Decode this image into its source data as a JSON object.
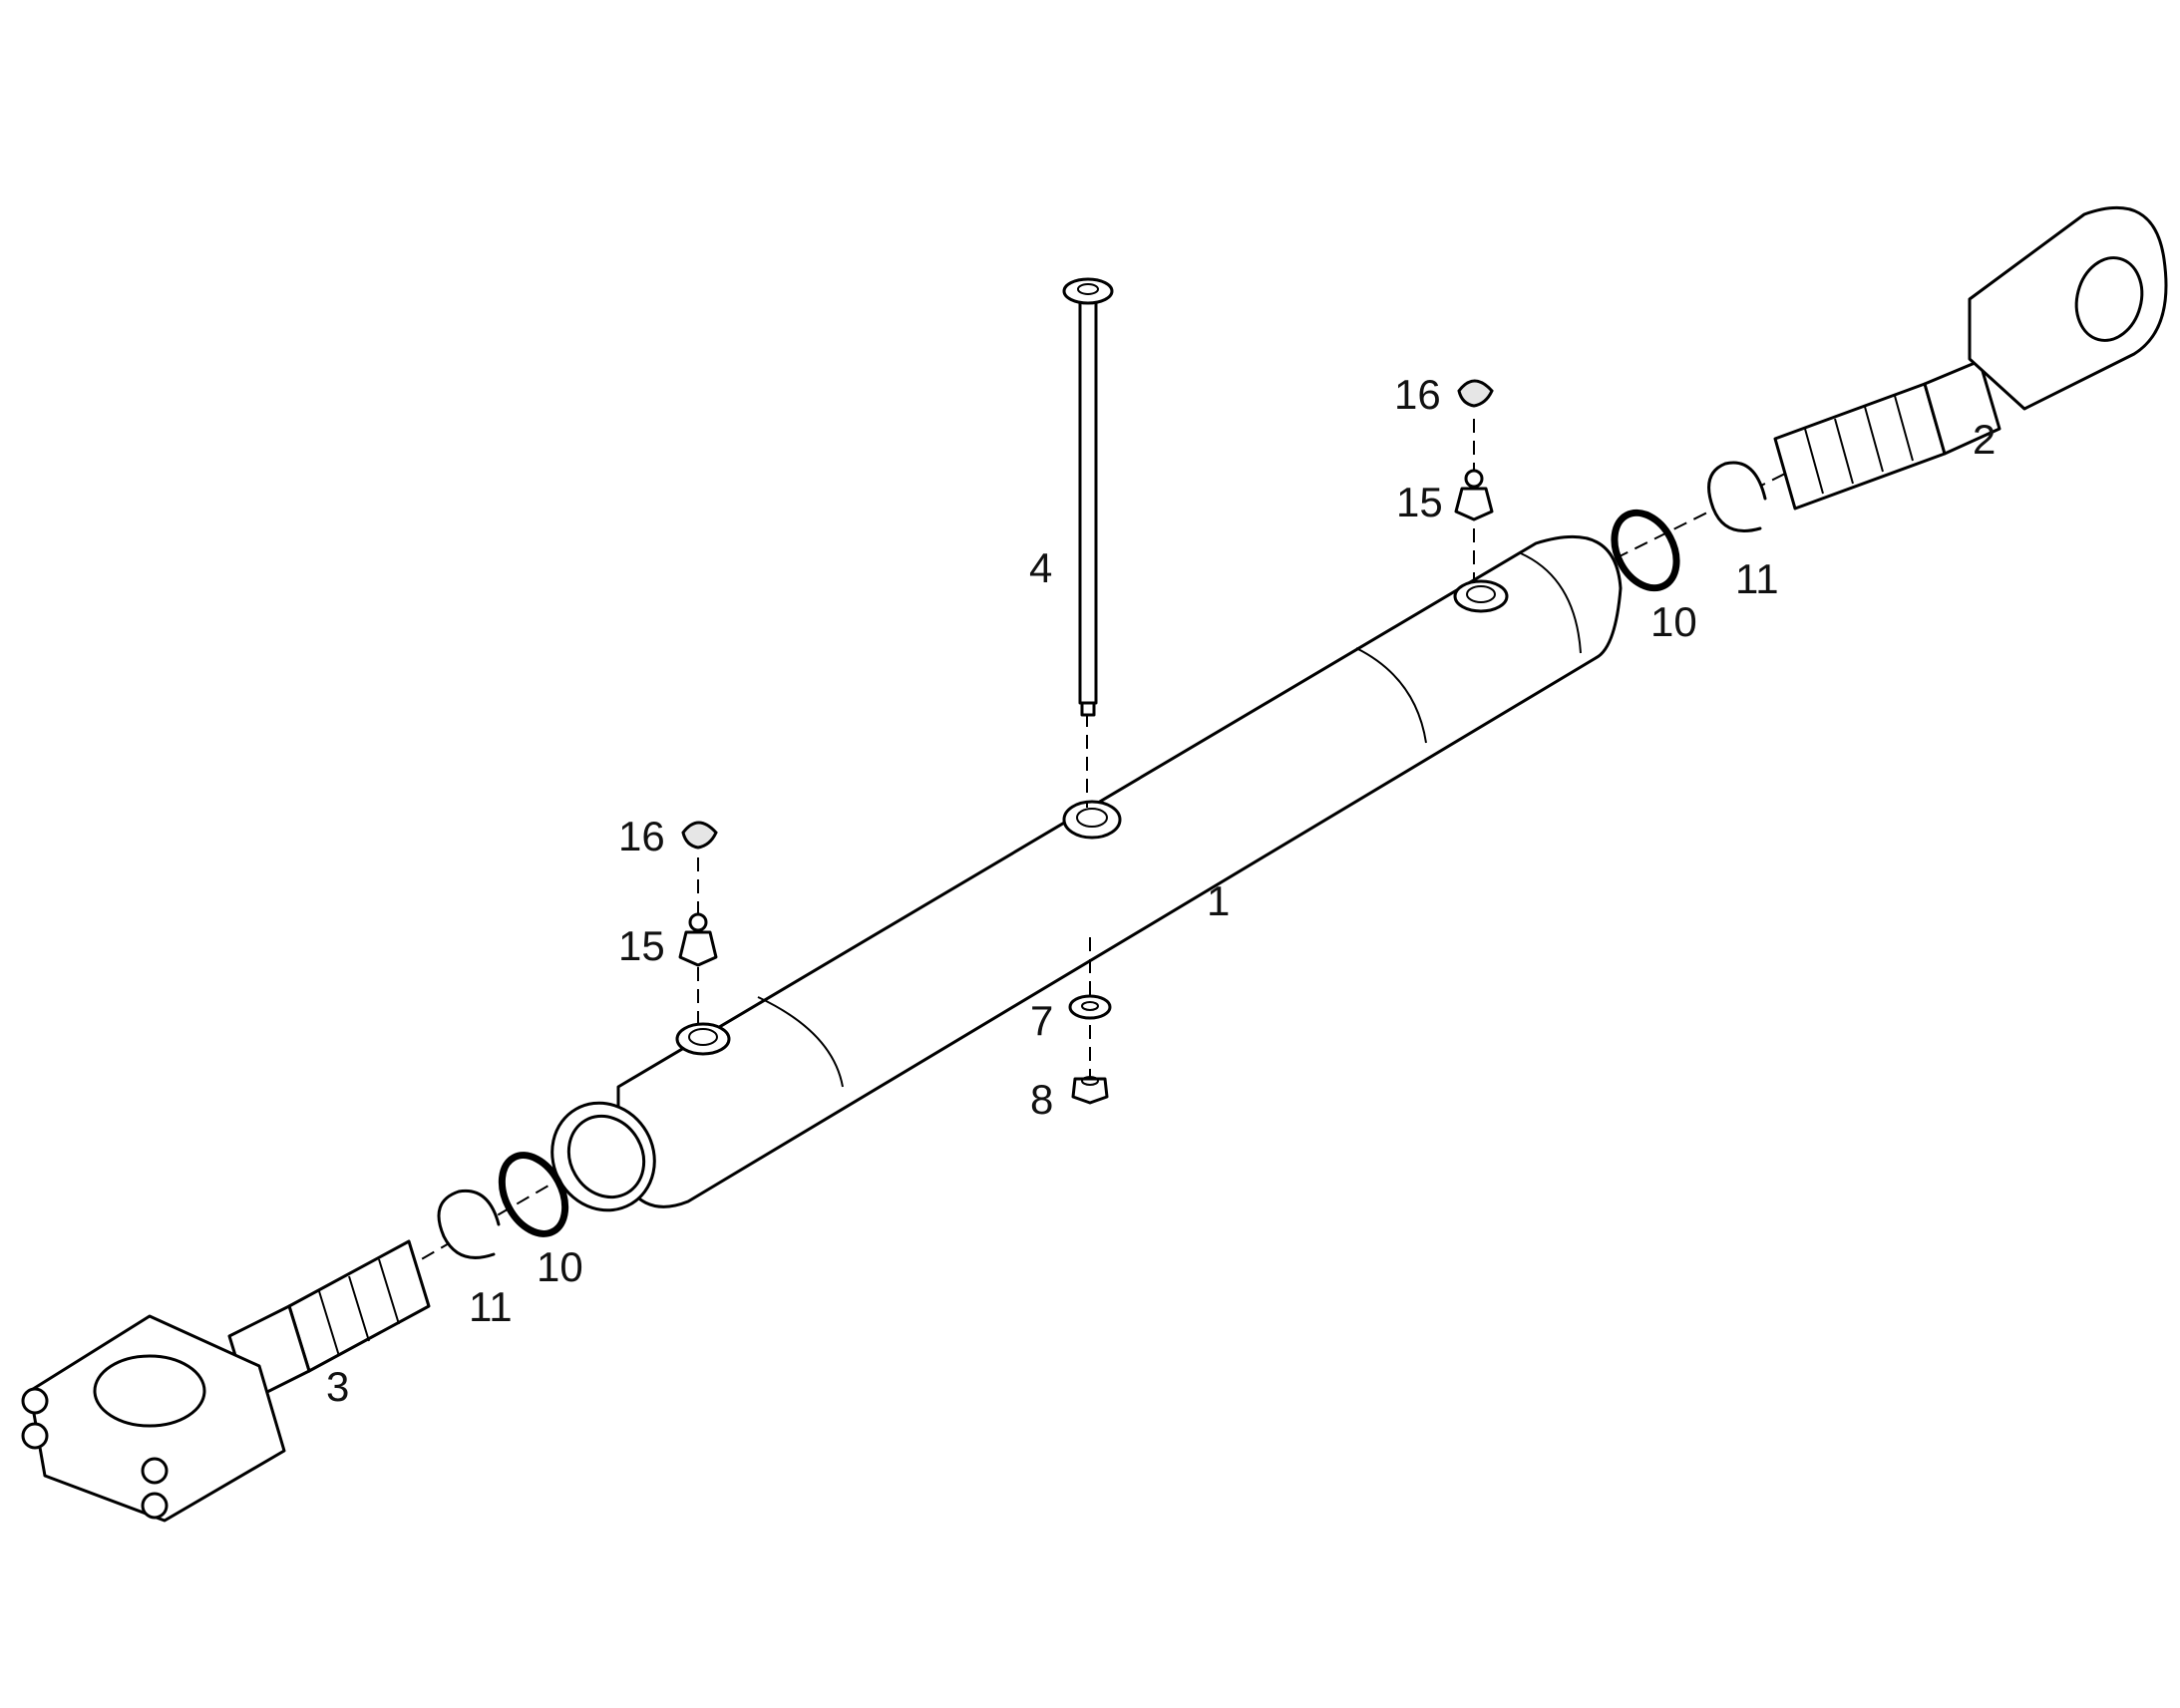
{
  "callouts": [
    {
      "id": "callout-1",
      "label": "1"
    },
    {
      "id": "callout-2",
      "label": "2"
    },
    {
      "id": "callout-3",
      "label": "3"
    },
    {
      "id": "callout-4",
      "label": "4"
    },
    {
      "id": "callout-7",
      "label": "7"
    },
    {
      "id": "callout-8",
      "label": "8"
    },
    {
      "id": "callout-10-left",
      "label": "10"
    },
    {
      "id": "callout-10-right",
      "label": "10"
    },
    {
      "id": "callout-11-left",
      "label": "11"
    },
    {
      "id": "callout-11-right",
      "label": "11"
    },
    {
      "id": "callout-15-left",
      "label": "15"
    },
    {
      "id": "callout-15-right",
      "label": "15"
    },
    {
      "id": "callout-16-left",
      "label": "16"
    },
    {
      "id": "callout-16-right",
      "label": "16"
    }
  ]
}
